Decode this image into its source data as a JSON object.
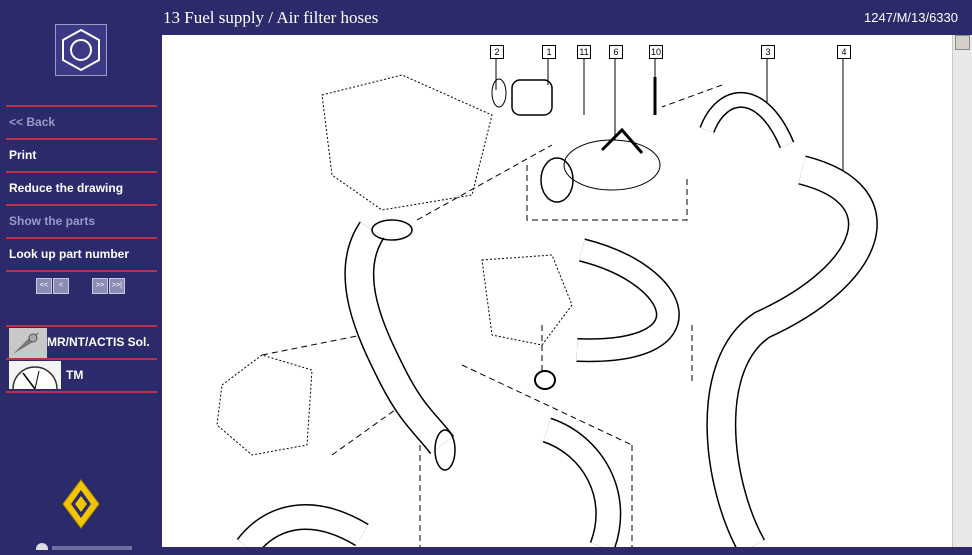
{
  "header": {
    "title": "13 Fuel supply / Air filter hoses",
    "reference": "1247/M/13/6330"
  },
  "sidebar": {
    "menu": [
      {
        "label": "<< Back",
        "enabled": false
      },
      {
        "label": "Print",
        "enabled": true
      },
      {
        "label": "Reduce the drawing",
        "enabled": true
      },
      {
        "label": "Show the parts",
        "enabled": false
      },
      {
        "label": "Look up part number",
        "enabled": true
      }
    ],
    "nav": {
      "first": "<<",
      "prev": "<",
      "next": ">>",
      "last": ">>|"
    },
    "tools": [
      {
        "label": "MR/NT/ACTIS Sol.",
        "icon": "manual-icon"
      },
      {
        "label": "TM",
        "icon": "clock-icon"
      }
    ]
  },
  "drawing": {
    "callouts": [
      "2",
      "1",
      "11",
      "6",
      "10",
      "3",
      "4"
    ]
  },
  "colors": {
    "sidebar_bg": "#2b2b6b",
    "separator": "#c0304a",
    "renault_yellow": "#f2c500"
  }
}
